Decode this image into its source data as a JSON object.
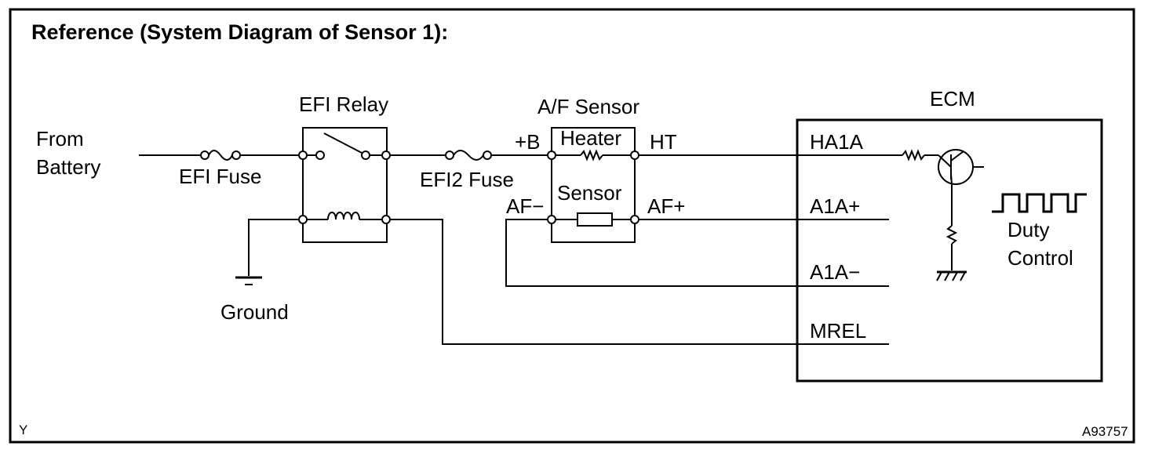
{
  "title": "Reference (System Diagram of Sensor 1):",
  "source": {
    "line1": "From",
    "line2": "Battery"
  },
  "efi_fuse": "EFI Fuse",
  "efi_relay": "EFI Relay",
  "ground": "Ground",
  "efi2_fuse": "EFI2 Fuse",
  "af_sensor": {
    "title": "A/F Sensor",
    "heater": "Heater",
    "sensor": "Sensor",
    "pin_b": "+B",
    "pin_ht": "HT",
    "pin_af_minus": "AF−",
    "pin_af_plus": "AF+"
  },
  "ecm": {
    "title": "ECM",
    "pins": [
      "HA1A",
      "A1A+",
      "A1A−",
      "MREL"
    ],
    "duty_line1": "Duty",
    "duty_line2": "Control"
  },
  "corner_left": "Y",
  "figure_id": "A93757"
}
